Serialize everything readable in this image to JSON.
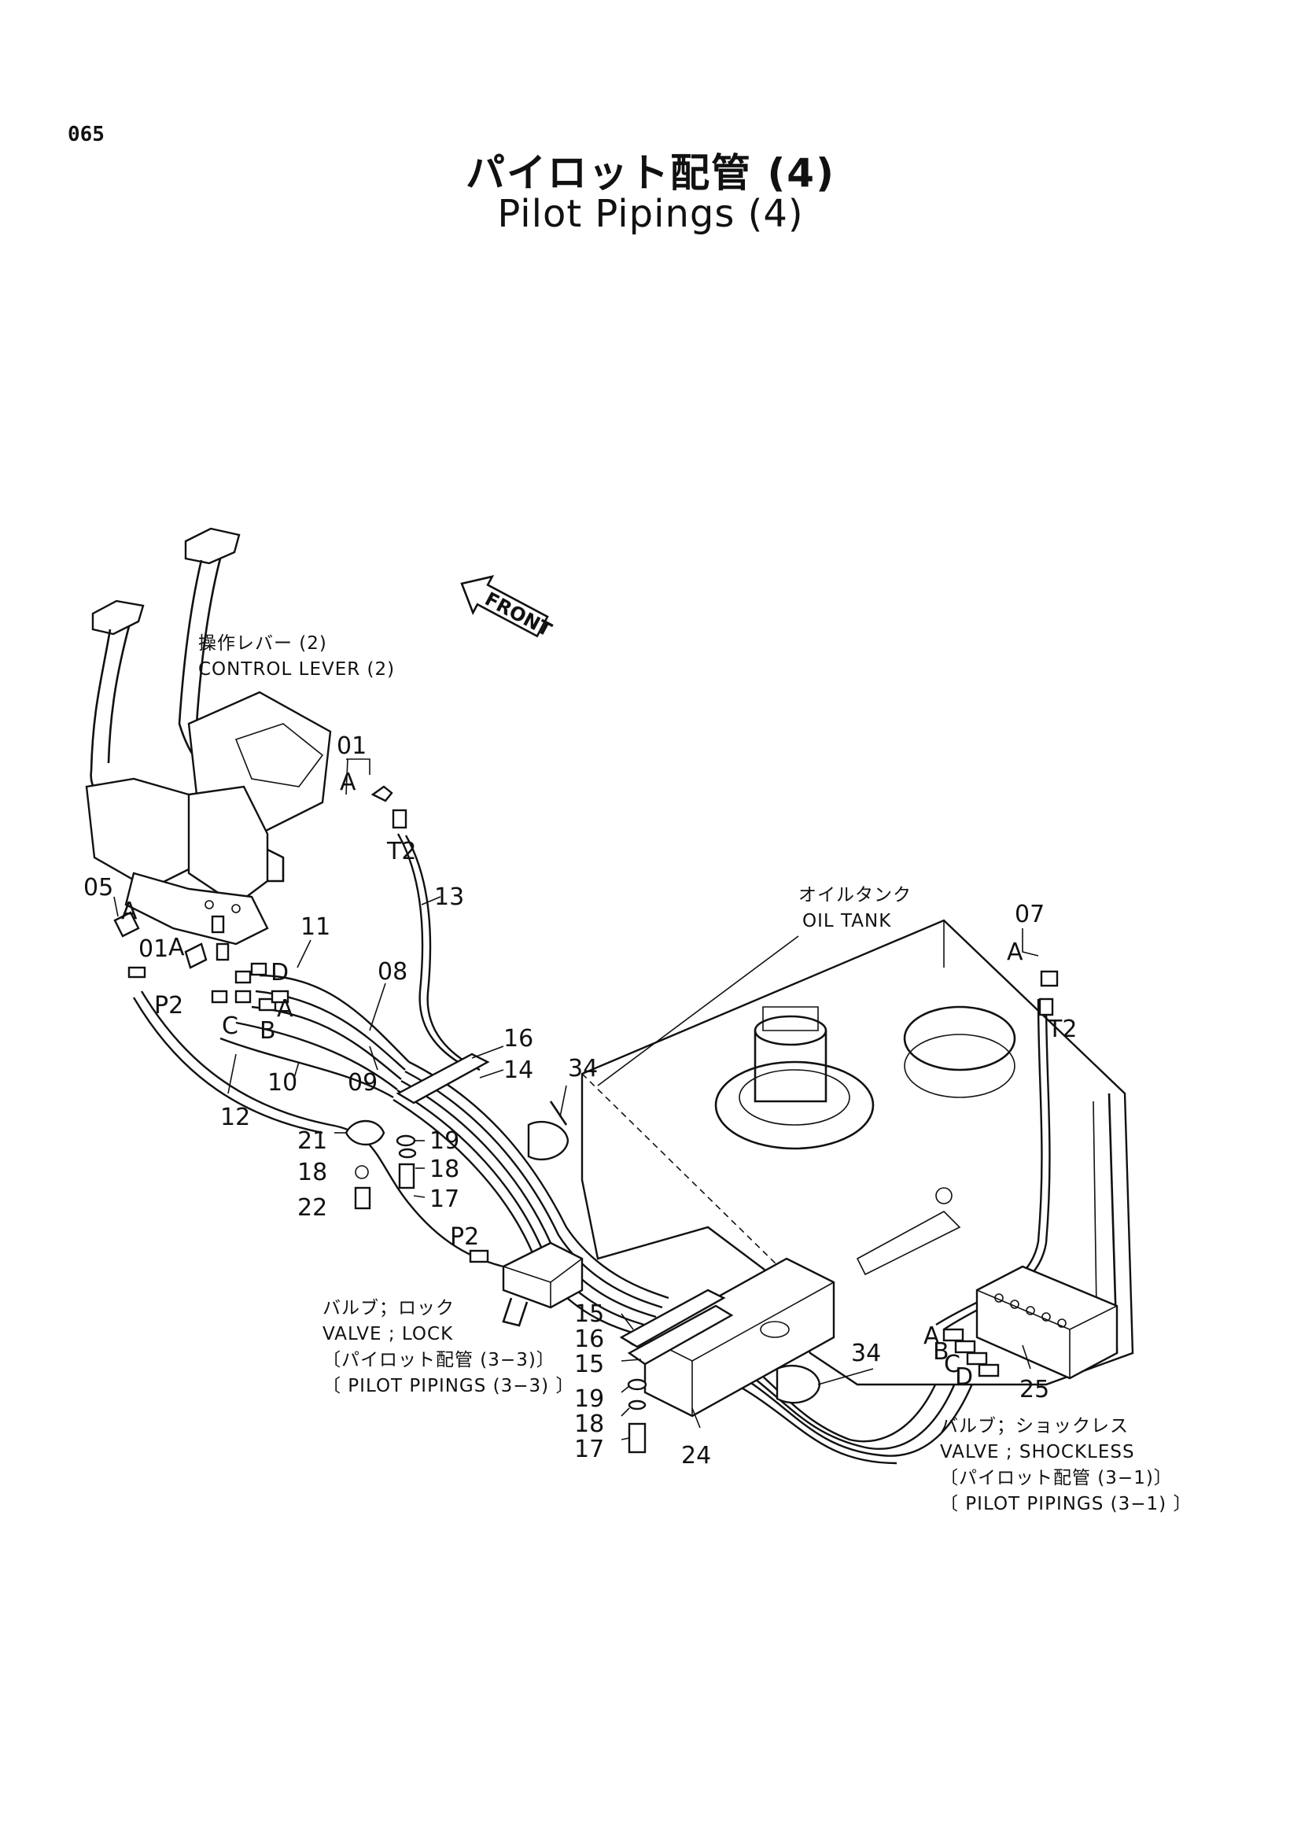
{
  "page_number": "065",
  "title_ja": "パイロット配管 (4)",
  "title_en": "Pilot Pipings (4)",
  "front_arrow": {
    "label": "FRONT",
    "icon": "front-arrow-icon"
  },
  "annotations": {
    "control_lever_ja": "操作レバー (2)",
    "control_lever_en": "CONTROL LEVER (2)",
    "oil_tank_ja": "オイルタンク",
    "oil_tank_en": "OIL TANK",
    "lock_valve_ja": "バルブ；ロック",
    "lock_valve_en": "VALVE ; LOCK",
    "lock_valve_ref_ja": "〔パイロット配管 (3−3)〕",
    "lock_valve_ref_en": "〔 PILOT PIPINGS (3−3) 〕",
    "shockless_valve_ja": "バルブ；ショックレス",
    "shockless_valve_en": "VALVE ; SHOCKLESS",
    "shockless_valve_ref_ja": "〔パイロット配管 (3−1)〕",
    "shockless_valve_ref_en": "〔 PILOT PIPINGS (3−1) 〕"
  },
  "callouts": {
    "c01a": "01",
    "c01b": "01",
    "c05": "05",
    "c07": "07",
    "c08": "08",
    "c09": "09",
    "c10": "10",
    "c11": "11",
    "c12": "12",
    "c13": "13",
    "c14": "14",
    "c15a": "15",
    "c15b": "15",
    "c16a": "16",
    "c16b": "16",
    "c17a": "17",
    "c17b": "17",
    "c18a": "18",
    "c18b": "18",
    "c18c": "18",
    "c19a": "19",
    "c19b": "19",
    "c21": "21",
    "c22": "22",
    "c24": "24",
    "c25": "25",
    "c34a": "34",
    "c34b": "34"
  },
  "port_labels": {
    "a1": "A",
    "a2": "A",
    "a3": "A",
    "a4": "A",
    "a5": "A",
    "a6": "A",
    "b1": "B",
    "b2": "B",
    "c1": "C",
    "c2": "C",
    "d1": "D",
    "d2": "D",
    "t2a": "T2",
    "t2b": "T2",
    "p2a": "P2",
    "p2b": "P2"
  }
}
